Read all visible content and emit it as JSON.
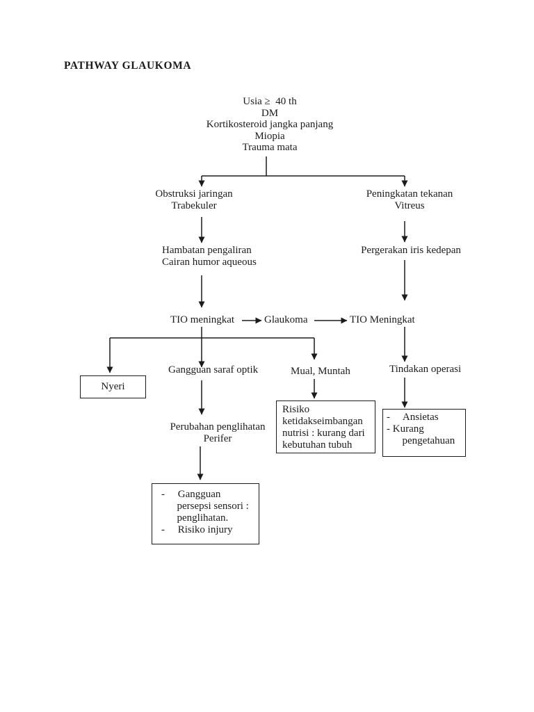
{
  "page": {
    "title": "PATHWAY GLAUKOMA"
  },
  "nodes": {
    "risk_factors": "Usia ≥  40 th\nDM\nKortikosteroid jangka panjang\nMiopia\nTrauma mata",
    "obstruksi": "Obstruksi jaringan\nTrabekuler",
    "peningkatan": "Peningkatan tekanan\nVitreus",
    "hambatan": "Hambatan pengaliran\nCairan humor aqueous",
    "pergerakan": "Pergerakan iris kedepan",
    "tio_meningkat_left": "TIO meningkat",
    "glaukoma": "Glaukoma",
    "tio_meningkat_right": "TIO Meningkat",
    "nyeri": "Nyeri",
    "gangguan_saraf_optik": "Gangguan saraf optik",
    "mual_muntah": "Mual, Muntah",
    "tindakan_operasi": "Tindakan operasi",
    "perubahan_penglihatan": "Perubahan penglihatan\nPerifer",
    "risiko_nutrisi": "Risiko\nketidakseimbangan\nnutrisi : kurang dari\nkebutuhan tubuh",
    "ansietas_kurang": "-     Ansietas\n- Kurang\n      pengetahuan",
    "gangguan_persepsi": "-     Gangguan\n      persepsi sensori :\n      penglihatan.\n-     Risiko injury"
  },
  "colors": {
    "ink": "#1b1b1b",
    "background": "#ffffff"
  }
}
